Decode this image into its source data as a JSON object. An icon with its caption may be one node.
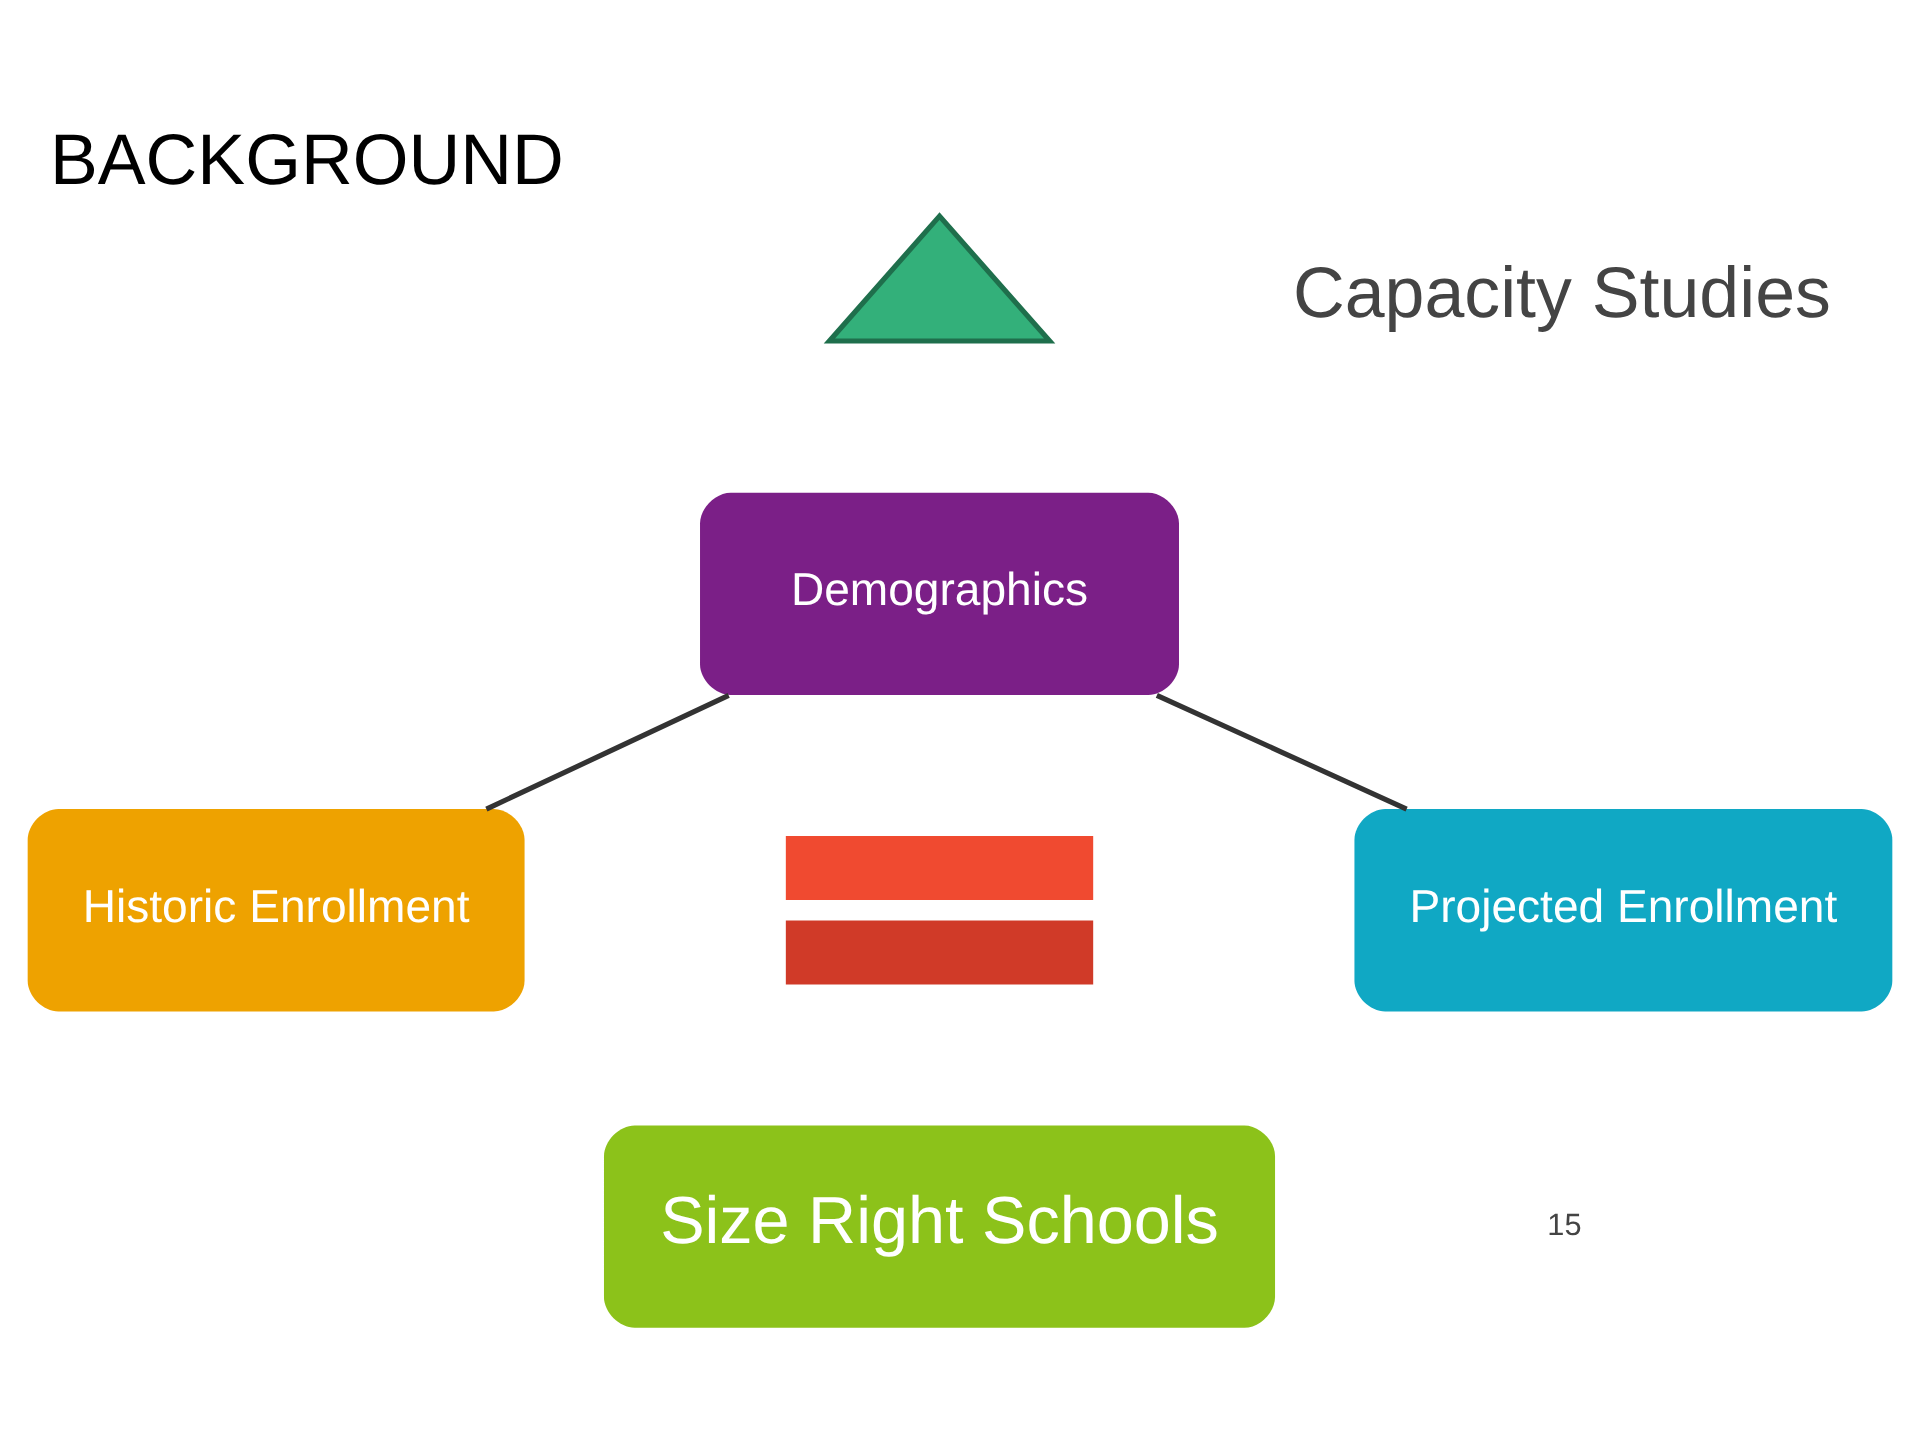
{
  "diagram": {
    "title": "BACKGROUND",
    "nodes": [
      {
        "text": [],
        "shape": "triangle"
      },
      {
        "text": [
          "Demographics"
        ]
      },
      {
        "text": [
          "Historic Enrollment"
        ]
      },
      {
        "text": [
          "Projected Enrollment"
        ]
      },
      {
        "text": [],
        "shape": "bar"
      },
      {
        "text": [
          "Size Right Schools"
        ]
      }
    ],
    "edges": [
      {
        "from": 1,
        "to": 2,
        "arrow": "none"
      },
      {
        "from": 1,
        "to": 3,
        "arrow": "none"
      }
    ],
    "labels": [
      "Capacity Studies",
      "15"
    ]
  }
}
